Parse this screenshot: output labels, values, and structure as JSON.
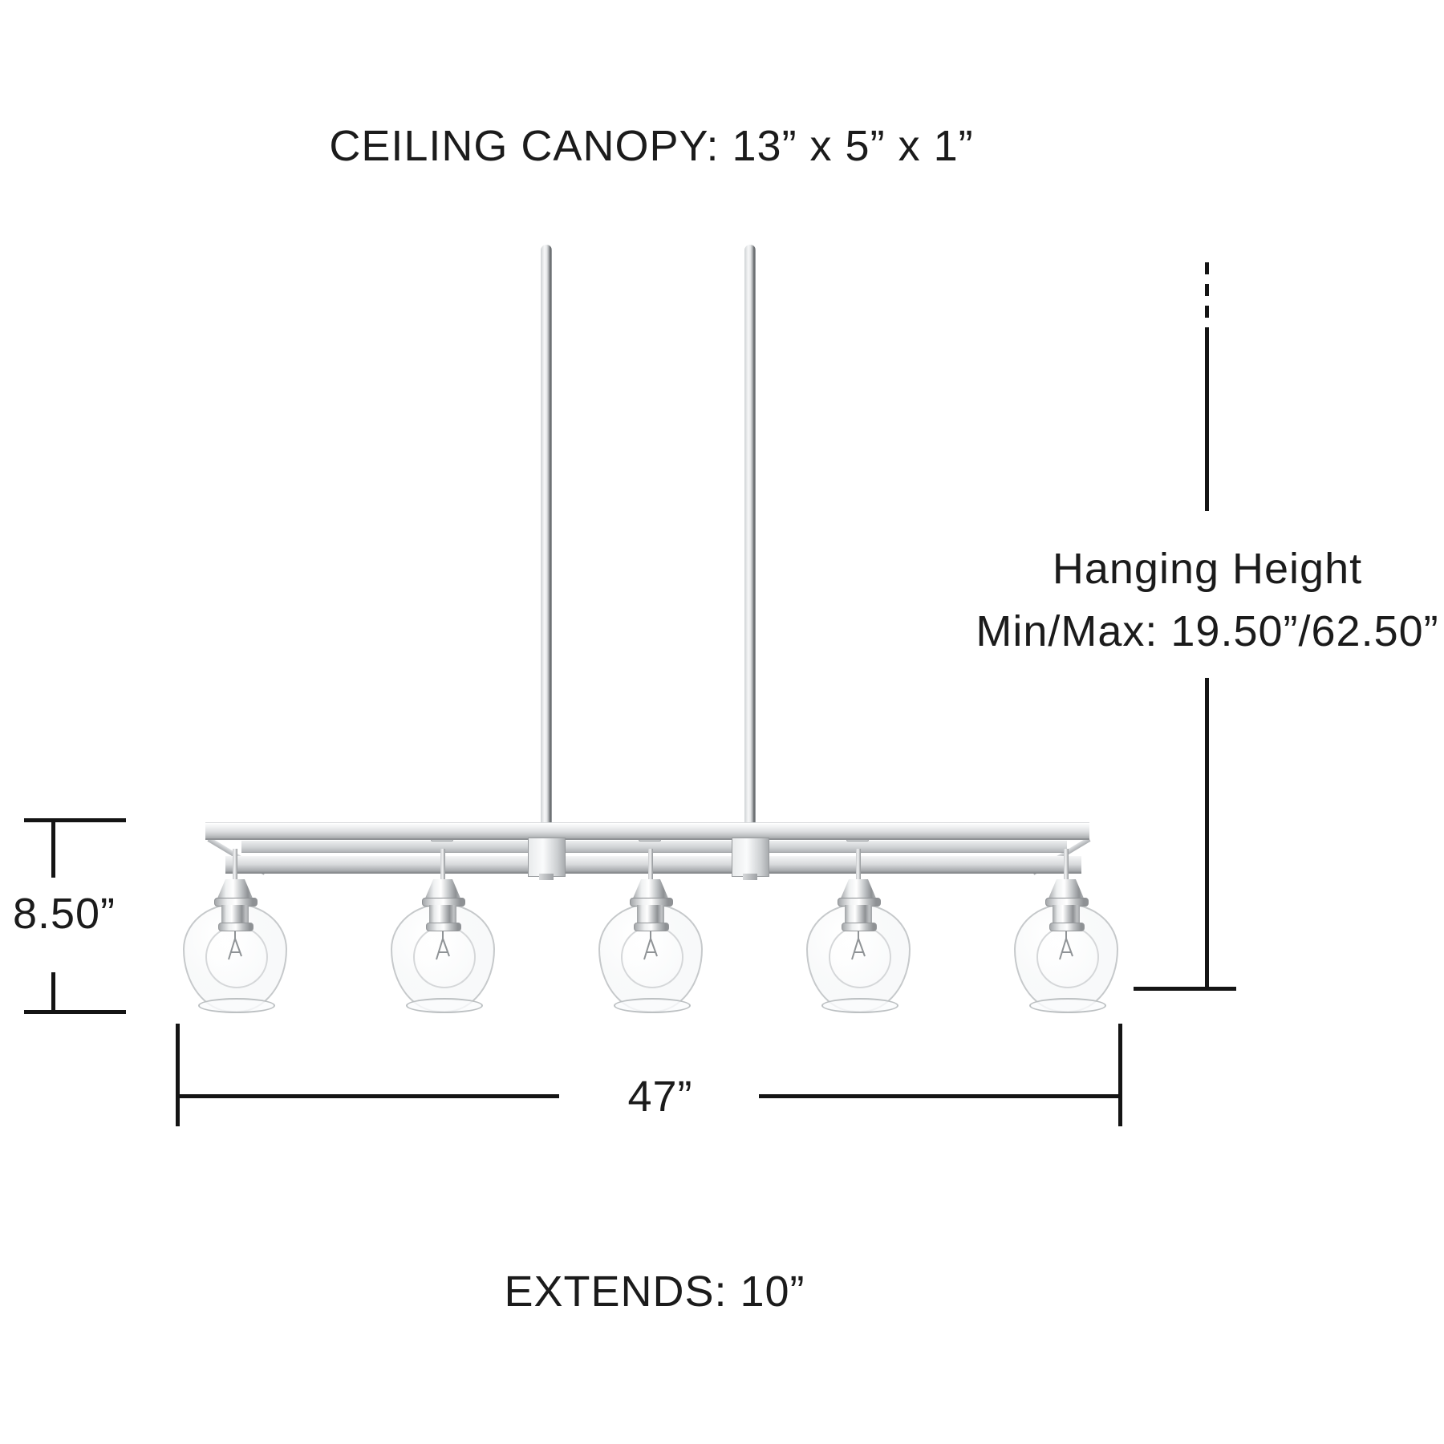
{
  "labels": {
    "ceiling_canopy": "CEILING CANOPY: 13” x 5” x 1”",
    "hanging_height_line1": "Hanging Height",
    "hanging_height_line2": "Min/Max: 19.50”/62.50”",
    "fixture_height": "8.50”",
    "fixture_width": "47”",
    "extends": "EXTENDS: 10”"
  },
  "values": {
    "canopy_size": "13” x 5” x 1”",
    "hanging_height_min": "19.50”",
    "hanging_height_max": "62.50”",
    "fixture_height": "8.50”",
    "fixture_width": "47”",
    "extends": "10”"
  },
  "fixture": {
    "light_count": 5,
    "shade": "clear glass globe",
    "finish_color": "#d8dadc"
  },
  "colors": {
    "background": "#ffffff",
    "dimension_line": "#141414",
    "text": "#1b1b1b"
  }
}
